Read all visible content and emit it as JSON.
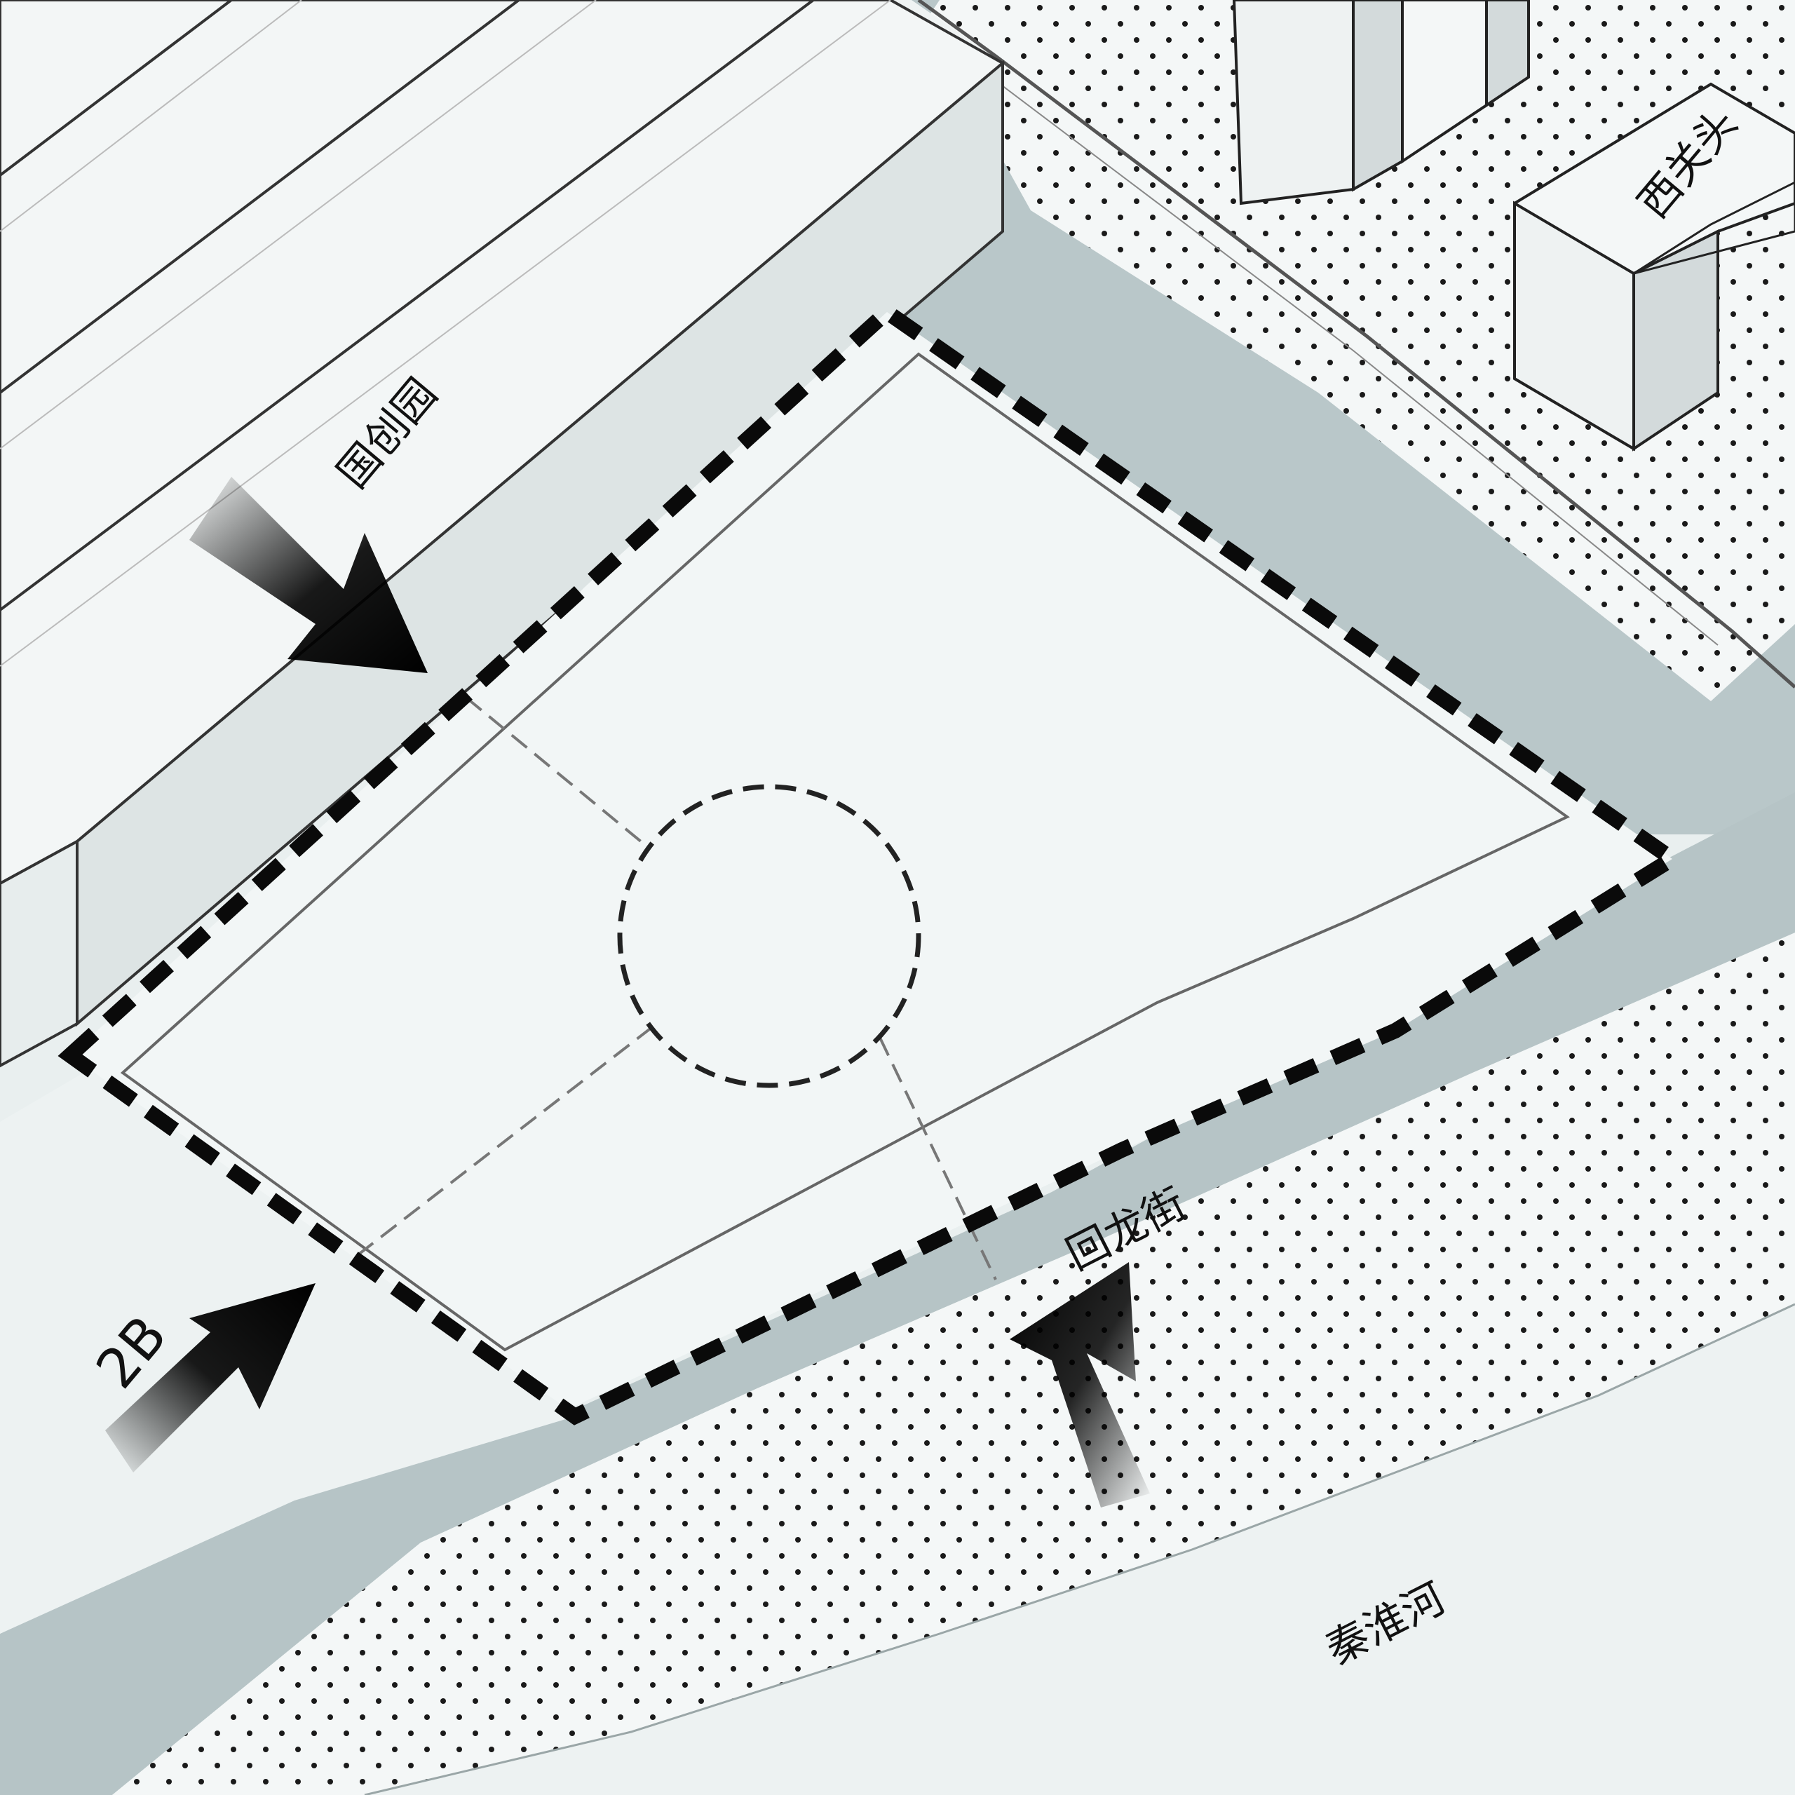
{
  "labels": {
    "guochuangyuan": "国创园",
    "xiguantou": "西关头",
    "huilongjie": "回龙街",
    "qinhuaihe": "秦淮河",
    "entrance": "2B"
  },
  "colors": {
    "background": "#e7eded",
    "road": "#b6c4c6",
    "building_top": "#f3f6f6",
    "building_side": "#d9e0e1",
    "site_fill": "#f1f5f5",
    "boundary": "#0a0a0a",
    "dot_pattern": "#1a1a1a"
  }
}
